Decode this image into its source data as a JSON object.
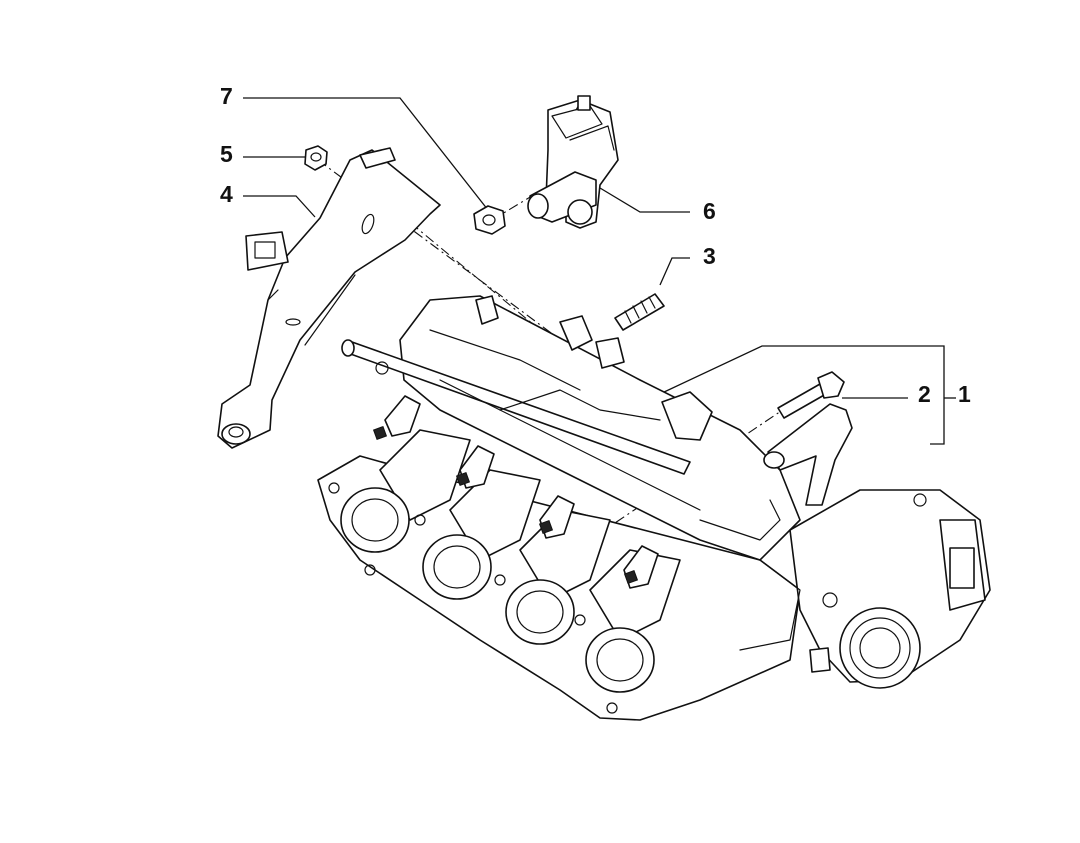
{
  "diagram": {
    "callouts": [
      {
        "id": "1",
        "label": "1"
      },
      {
        "id": "2",
        "label": "2"
      },
      {
        "id": "3",
        "label": "3"
      },
      {
        "id": "4",
        "label": "4"
      },
      {
        "id": "5",
        "label": "5"
      },
      {
        "id": "6",
        "label": "6"
      },
      {
        "id": "7",
        "label": "7"
      }
    ]
  },
  "colors": {
    "line": "#111111",
    "background": "#ffffff"
  }
}
